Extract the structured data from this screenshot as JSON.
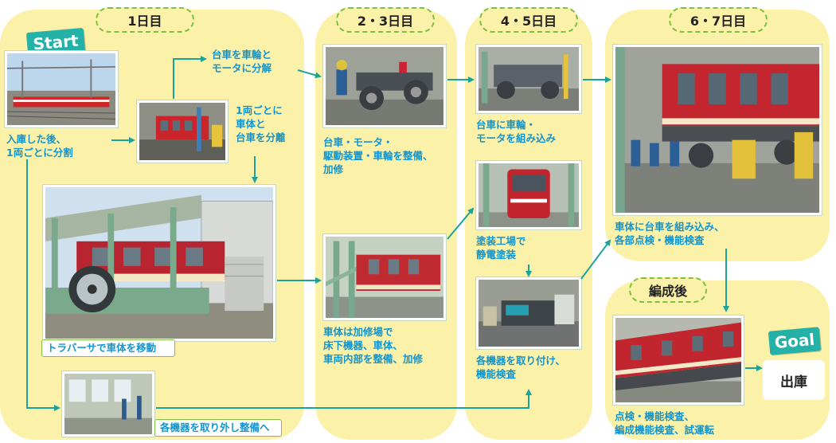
{
  "days": {
    "day1": "1日目",
    "day23": "2・3日目",
    "day45": "4・5日目",
    "day67": "6・7日目",
    "after": "編成後"
  },
  "badges": {
    "start": "Start",
    "goal": "Goal"
  },
  "steps": {
    "enter": "入庫した後、\n1両ごとに分割",
    "separate": "1両ごとに\n車体と\n台車を分離",
    "disassemble": "台車を車輪と\nモータに分解",
    "traverser": "トラバーサで車体を移動",
    "remove": "各機器を取り外し整備へ",
    "bogie_maint": "台車・モータ・\n駆動装置・車輪を整備、\n加修",
    "body_maint": "車体は加修場で\n床下機器、車体、\n車両内部を整備、加修",
    "assemble_bogie": "台車に車輪・\nモータを組み込み",
    "paint": "塗装工場で\n静電塗装",
    "install": "各機器を取り付け、\n機能検査",
    "mount": "車体に台車を組み込み、\n各部点検・機能検査",
    "final": "点検・機能検査、\n編成機能検査、試運転",
    "out": "出庫"
  },
  "colors": {
    "panel": "#fbf1a8",
    "arrow": "#1aa39b",
    "caption": "#1295cf",
    "badge": "#24b2a8",
    "dash": "#7cc142"
  }
}
